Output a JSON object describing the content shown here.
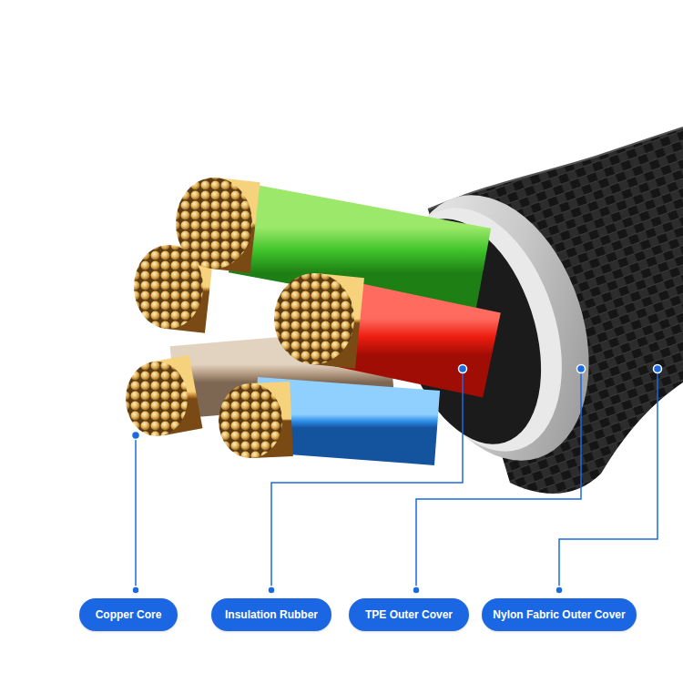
{
  "diagram": {
    "nodes": [
      {
        "text": [
          "Copper Core"
        ]
      },
      {
        "text": [
          "Insulation Rubber"
        ]
      },
      {
        "text": [
          "TPE Outer Cover"
        ]
      },
      {
        "text": [
          "Nylon Fabric Outer Cover"
        ]
      }
    ],
    "edges": []
  }
}
